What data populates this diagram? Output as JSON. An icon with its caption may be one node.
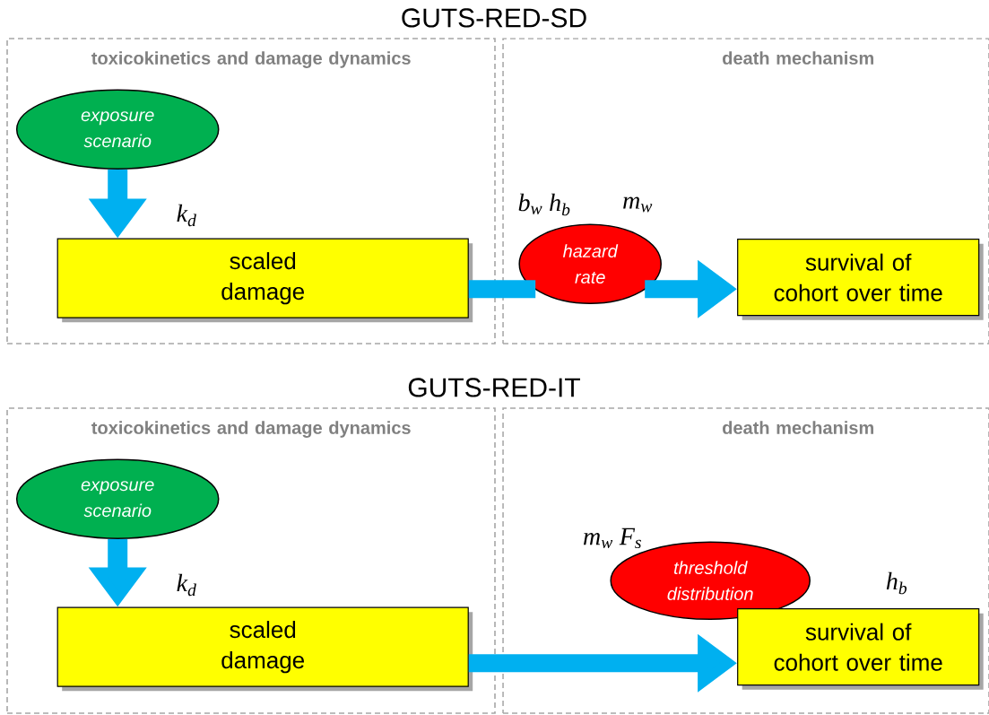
{
  "diagram": {
    "nodes": [
      {
        "text": [
          "toxicokinetics and damage dynamics"
        ]
      },
      {
        "text": [
          "death mechanism"
        ]
      },
      {
        "text": [
          "exposure scenario"
        ],
        "in": 0
      },
      {
        "text": [
          "scaled damage"
        ],
        "in": 0
      },
      {
        "text": [
          "hazard rate"
        ],
        "in": 1
      },
      {
        "text": [
          "survival of cohort over time"
        ],
        "in": 1
      },
      {
        "text": [
          "toxicokinetics and damage dynamics"
        ]
      },
      {
        "text": [
          "death mechanism"
        ]
      },
      {
        "text": [
          "exposure scenario"
        ],
        "in": 6
      },
      {
        "text": [
          "scaled damage"
        ],
        "in": 6
      },
      {
        "text": [
          "threshold distribution"
        ],
        "in": 7
      },
      {
        "text": [
          "survival of cohort over time"
        ],
        "in": 7
      }
    ],
    "edges": [
      {
        "from": 2,
        "to": 3,
        "arrow": "to"
      },
      {
        "from": 3,
        "to": 4,
        "arrow": "none"
      },
      {
        "from": 4,
        "to": 5,
        "arrow": "to"
      },
      {
        "from": 8,
        "to": 9,
        "arrow": "to"
      },
      {
        "from": 9,
        "to": 11,
        "arrow": "to"
      }
    ],
    "labels": [
      "GUTS-RED-SD",
      "k$_{d}$",
      "b$_{w}$ h$_{b}$",
      "m$_{w}$",
      "GUTS-RED-IT",
      "k$_{d}$",
      "m$_{w}$ F$_{s}$",
      "h$_{b}$"
    ]
  }
}
